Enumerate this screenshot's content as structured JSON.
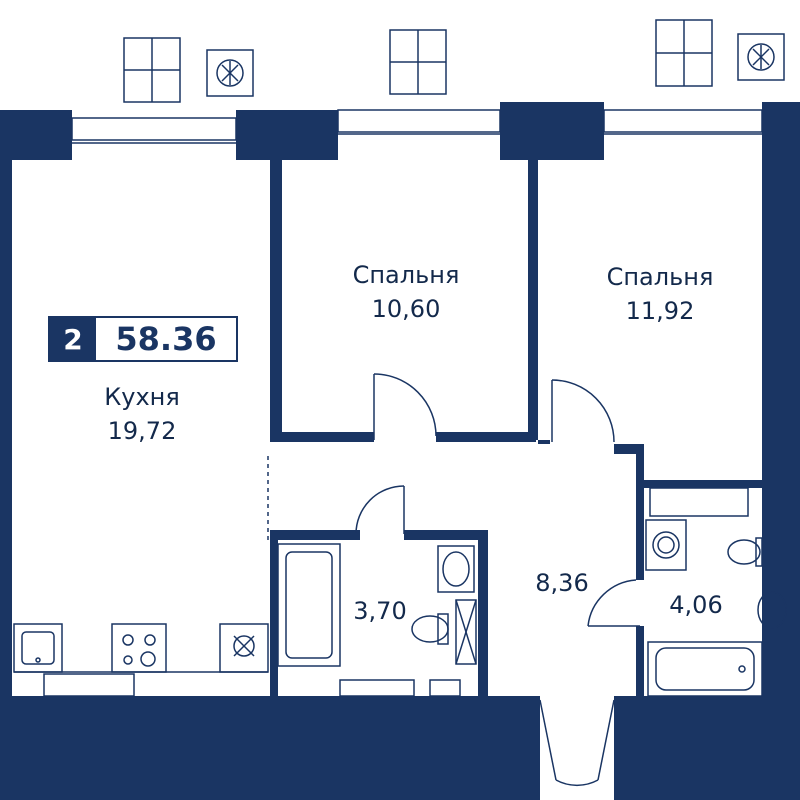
{
  "summary": {
    "rooms": "2",
    "total_area": "58.36"
  },
  "rooms": [
    {
      "name": "Кухня",
      "area": "19,72"
    },
    {
      "name": "Спальня",
      "area": "10,60"
    },
    {
      "name": "Спальня",
      "area": "11,92"
    },
    {
      "name": "",
      "area": "3,70"
    },
    {
      "name": "",
      "area": "8,36"
    },
    {
      "name": "",
      "area": "4,06"
    }
  ],
  "colors": {
    "wall": "#1a3563",
    "line": "#1a3563",
    "text": "#13294b"
  },
  "icons": [
    "window-icon",
    "ac-unit-icon",
    "door-icon",
    "bathtub-icon",
    "toilet-icon",
    "sink-icon",
    "stove-icon",
    "fridge-icon",
    "washing-machine-icon"
  ]
}
